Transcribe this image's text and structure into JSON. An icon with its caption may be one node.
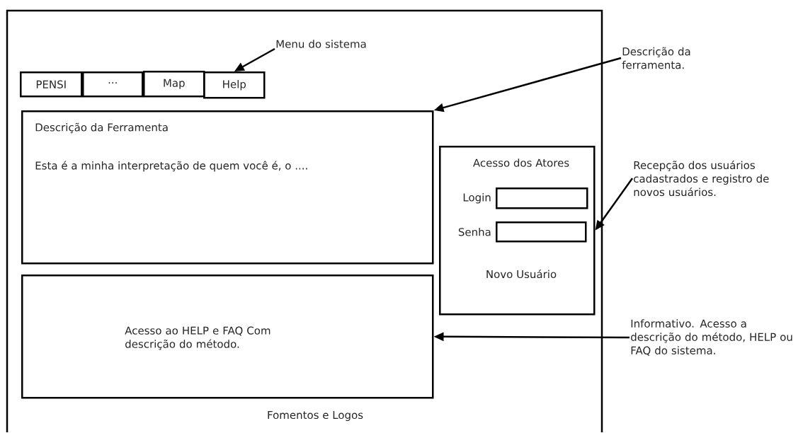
{
  "diagram": {
    "nodes": [
      {
        "text": [
          "Fomentos e Logos"
        ]
      },
      {
        "text": [
          "PENSI"
        ],
        "in": 0
      },
      {
        "text": [
          "···"
        ],
        "in": 0
      },
      {
        "text": [
          "Map"
        ],
        "in": 0
      },
      {
        "text": [
          "Help"
        ],
        "in": 0
      },
      {
        "text": [
          "Descrição da Ferramenta",
          "Esta é a minha interpretação de quem você é, o ...."
        ],
        "in": 0
      },
      {
        "text": [
          "Acesso dos Atores",
          "Novo Usuário"
        ],
        "in": 0
      },
      {
        "text": [],
        "shape": "box",
        "beside": [
          "Login"
        ],
        "in": 6
      },
      {
        "text": [],
        "shape": "box",
        "beside": [
          "Senha"
        ],
        "in": 6
      },
      {
        "text": [
          "Acesso ao HELP e FAQ Com descrição do método."
        ],
        "in": 0
      },
      {
        "text": [
          "Menu do sistema"
        ],
        "in": 0
      },
      {
        "text": [
          "Descrição da ferramenta."
        ]
      },
      {
        "text": [
          "Recepção dos usuários cadastrados e registro de novos usuários."
        ]
      },
      {
        "text": [
          "Informativo. Acesso a descrição do método, HELP ou FAQ do sistema."
        ]
      }
    ],
    "edges": [
      {
        "from": 10,
        "to": 4,
        "arrow": "to"
      },
      {
        "from": 11,
        "to": 5,
        "arrow": "to"
      },
      {
        "from": 12,
        "to": 6,
        "arrow": "to"
      },
      {
        "from": 13,
        "to": 9,
        "arrow": "to"
      }
    ]
  }
}
